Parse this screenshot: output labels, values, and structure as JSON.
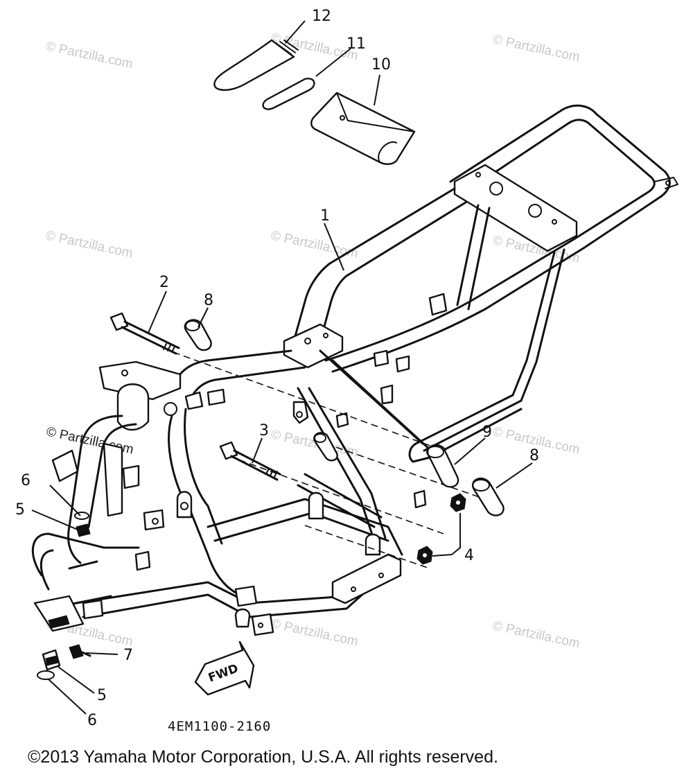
{
  "diagram": {
    "part_code": "4EM1100-2160",
    "copyright": "©2013 Yamaha Motor Corporation, U.S.A. All rights reserved.",
    "watermark": "© Partzilla.com",
    "fwd_label": "FWD",
    "callouts": {
      "c1": "1",
      "c2": "2",
      "c3": "3",
      "c4": "4",
      "c5a": "5",
      "c5b": "5",
      "c6a": "6",
      "c6b": "6",
      "c7": "7",
      "c8a": "8",
      "c8b": "8",
      "c9": "9",
      "c10": "10",
      "c11": "11",
      "c12": "12"
    }
  }
}
